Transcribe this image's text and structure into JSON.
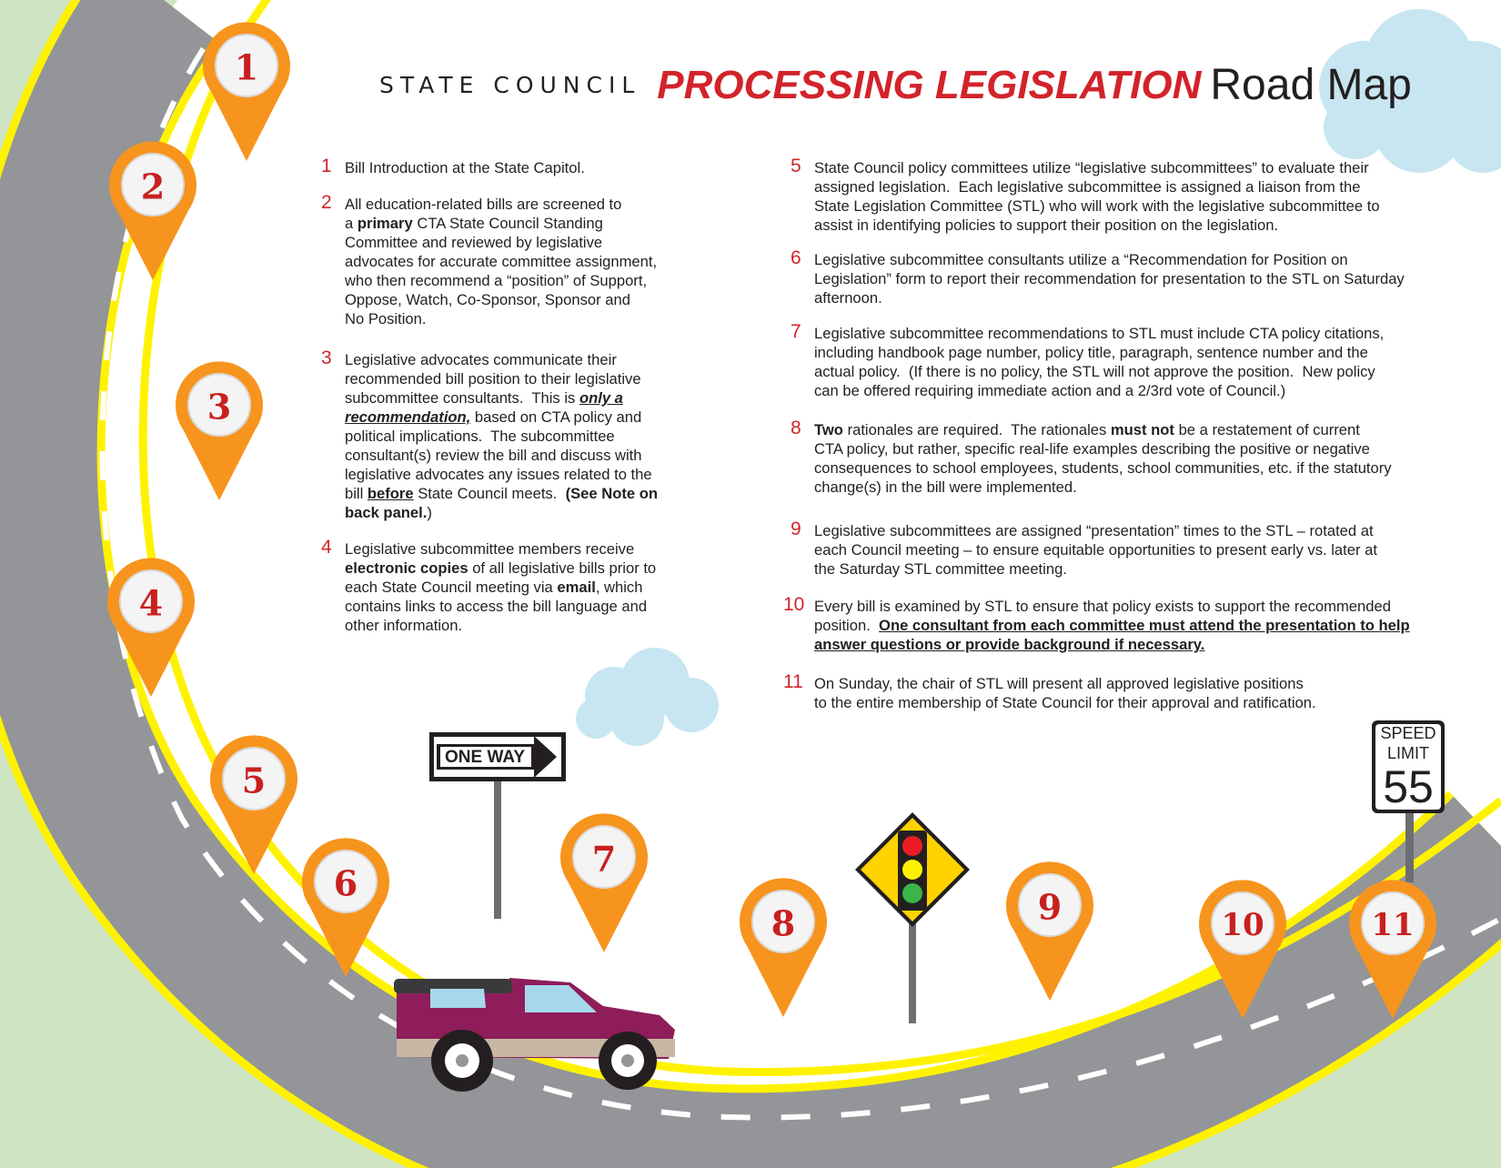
{
  "title": {
    "part1": "STATE COUNCIL",
    "part2": "PROCESSING LEGISLATION",
    "part3": "Road Map"
  },
  "steps": [
    {
      "num": "1",
      "lines": [
        [
          [
            "Bill Introduction at the State Capitol.",
            ""
          ]
        ]
      ]
    },
    {
      "num": "2",
      "lines": [
        [
          [
            "All education-related bills are screened to",
            ""
          ]
        ],
        [
          [
            "a ",
            ""
          ],
          [
            "primary",
            "b"
          ],
          [
            " CTA State Council Standing",
            ""
          ]
        ],
        [
          [
            "Committee and reviewed by legislative",
            ""
          ]
        ],
        [
          [
            "advocates for accurate committee assignment,",
            ""
          ]
        ],
        [
          [
            "who then recommend a “position” of Support,",
            ""
          ]
        ],
        [
          [
            "Oppose, Watch, Co-Sponsor, Sponsor and",
            ""
          ]
        ],
        [
          [
            "No Position.",
            ""
          ]
        ]
      ]
    },
    {
      "num": "3",
      "lines": [
        [
          [
            "Legislative advocates communicate their",
            ""
          ]
        ],
        [
          [
            "recommended bill position to their legislative",
            ""
          ]
        ],
        [
          [
            "subcommittee consultants.  This is ",
            ""
          ],
          [
            "only a",
            "biu"
          ]
        ],
        [
          [
            "recommendation,",
            "biu"
          ],
          [
            " based on CTA policy and",
            ""
          ]
        ],
        [
          [
            "political implications.  The subcommittee",
            ""
          ]
        ],
        [
          [
            "consultant(s) review the bill and discuss with",
            ""
          ]
        ],
        [
          [
            "legislative advocates any issues related to the",
            ""
          ]
        ],
        [
          [
            "bill ",
            ""
          ],
          [
            "before",
            "bu"
          ],
          [
            " State Council meets.  ",
            ""
          ],
          [
            "(See Note on",
            "b"
          ]
        ],
        [
          [
            "back panel.",
            "b"
          ],
          [
            ")",
            ""
          ]
        ]
      ]
    },
    {
      "num": "4",
      "lines": [
        [
          [
            "Legislative subcommittee members receive",
            ""
          ]
        ],
        [
          [
            "electronic copies",
            "b"
          ],
          [
            " of all legislative bills prior to",
            ""
          ]
        ],
        [
          [
            "each State Council meeting via ",
            ""
          ],
          [
            "email",
            "b"
          ],
          [
            ", which",
            ""
          ]
        ],
        [
          [
            "contains links to access the bill language and",
            ""
          ]
        ],
        [
          [
            "other information.",
            ""
          ]
        ]
      ]
    },
    {
      "num": "5",
      "lines": [
        [
          [
            "State Council policy committees utilize “legislative subcommittees” to evaluate their",
            ""
          ]
        ],
        [
          [
            "assigned legislation.  Each legislative subcommittee is assigned a liaison from the",
            ""
          ]
        ],
        [
          [
            "State Legislation Committee (STL) who will work with the legislative subcommittee to",
            ""
          ]
        ],
        [
          [
            "assist in identifying policies to support their position on the legislation.",
            ""
          ]
        ]
      ]
    },
    {
      "num": "6",
      "lines": [
        [
          [
            "Legislative subcommittee consultants utilize a “Recommendation for Position on",
            ""
          ]
        ],
        [
          [
            "Legislation” form to report their recommendation for presentation to the STL on Saturday",
            ""
          ]
        ],
        [
          [
            "afternoon.",
            ""
          ]
        ]
      ]
    },
    {
      "num": "7",
      "lines": [
        [
          [
            "Legislative subcommittee recommendations to STL must include CTA policy citations,",
            ""
          ]
        ],
        [
          [
            "including handbook page number, policy title, paragraph, sentence number and the",
            ""
          ]
        ],
        [
          [
            "actual policy.  (If there is no policy, the STL will not approve the position.  New policy",
            ""
          ]
        ],
        [
          [
            "can be offered requiring immediate action and a 2/3rd vote of Council.)",
            ""
          ]
        ]
      ]
    },
    {
      "num": "8",
      "lines": [
        [
          [
            "Two",
            "b"
          ],
          [
            " rationales are required.  The rationales ",
            ""
          ],
          [
            "must not",
            "b"
          ],
          [
            " be a restatement of current",
            ""
          ]
        ],
        [
          [
            "CTA policy, but rather, specific real-life examples describing the positive or negative",
            ""
          ]
        ],
        [
          [
            "consequences to school employees, students, school communities, etc. if the statutory",
            ""
          ]
        ],
        [
          [
            "change(s) in the bill were implemented.",
            ""
          ]
        ]
      ]
    },
    {
      "num": "9",
      "lines": [
        [
          [
            "Legislative subcommittees are assigned “presentation” times to the STL – rotated at",
            ""
          ]
        ],
        [
          [
            "each Council meeting – to ensure equitable opportunities to present early vs. later at",
            ""
          ]
        ],
        [
          [
            "the Saturday STL committee meeting.",
            ""
          ]
        ]
      ]
    },
    {
      "num": "10",
      "lines": [
        [
          [
            "Every bill is examined by STL to ensure that policy exists to support the recommended",
            ""
          ]
        ],
        [
          [
            "position.  ",
            ""
          ],
          [
            "One consultant from each committee must attend the presentation to help",
            "bu"
          ]
        ],
        [
          [
            "answer questions or provide background if necessary.",
            "bu"
          ]
        ]
      ]
    },
    {
      "num": "11",
      "lines": [
        [
          [
            "On Sunday, the chair of STL will present all approved legislative positions",
            ""
          ]
        ],
        [
          [
            "to the entire membership of State Council for their approval and ratification.",
            ""
          ]
        ]
      ]
    }
  ],
  "pins": [
    "1",
    "2",
    "3",
    "4",
    "5",
    "6",
    "7",
    "8",
    "9",
    "10",
    "11"
  ],
  "signs": {
    "one_way": "ONE WAY",
    "speed_limit_line1": "SPEED",
    "speed_limit_line2": "LIMIT",
    "speed_limit_value": "55"
  },
  "colors": {
    "road": "#939598",
    "road_edge": "#fff200",
    "grass": "#cfe5c3",
    "pin": "#f7941d",
    "pin_number": "#c8201f",
    "title_red": "#d2232a",
    "cloud": "#c7e6f1",
    "truck_body": "#8e1d5a",
    "traffic_sign": "#ffd200"
  },
  "icons": [
    "map-pin-icon",
    "car-icon",
    "one-way-sign-icon",
    "traffic-light-sign-icon",
    "speed-limit-sign-icon",
    "cloud-icon"
  ]
}
